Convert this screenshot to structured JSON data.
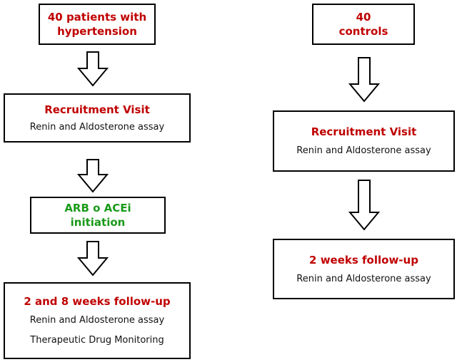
{
  "colors": {
    "heading_red": "#c00000",
    "heading_green": "#1a9a1a",
    "border": "#000000"
  },
  "left": {
    "patients_box": {
      "line1": "40 patients with",
      "line2": "hypertension"
    },
    "recruitment_box": {
      "title": "Recruitment Visit",
      "assay": "Renin and Aldosterone assay"
    },
    "initiation_box": {
      "line1": "ARB o ACEi",
      "line2": "initiation"
    },
    "followup_box": {
      "title": "2 and 8 weeks follow-up",
      "assay": "Renin and Aldosterone assay",
      "monitoring": "Therapeutic Drug Monitoring"
    }
  },
  "right": {
    "controls_box": {
      "line1": "40",
      "line2": "controls"
    },
    "recruitment_box": {
      "title": "Recruitment Visit",
      "assay": "Renin and Aldosterone assay"
    },
    "followup_box": {
      "title": "2 weeks follow-up",
      "assay": "Renin and Aldosterone assay"
    }
  }
}
